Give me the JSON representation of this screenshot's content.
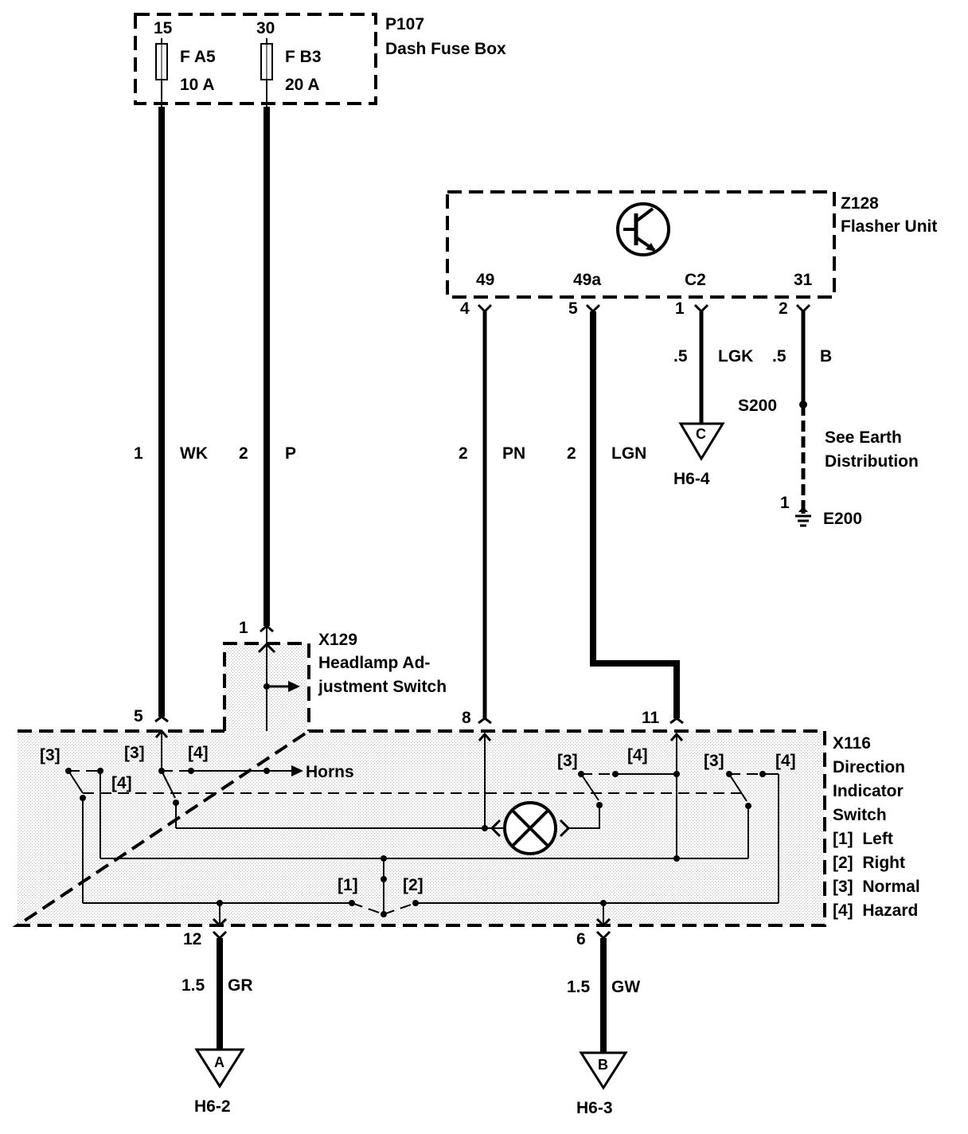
{
  "fuse_box": {
    "id": "P107",
    "name": "Dash Fuse Box",
    "fuse_a": {
      "pin": "15",
      "name": "F A5",
      "rating": "10 A"
    },
    "fuse_b": {
      "pin": "30",
      "name": "F B3",
      "rating": "20 A"
    }
  },
  "flasher": {
    "id": "Z128",
    "name": "Flasher Unit",
    "pins": [
      "49",
      "49a",
      "C2",
      "31"
    ],
    "connector_pins": [
      "4",
      "5",
      "1",
      "2"
    ]
  },
  "wires": {
    "wk": {
      "num": "1",
      "color": "WK"
    },
    "p": {
      "num": "2",
      "color": "P"
    },
    "pn": {
      "num": "2",
      "color": "PN"
    },
    "lgn": {
      "num": "2",
      "color": "LGN"
    },
    "lgk": {
      "size": ".5",
      "color": "LGK"
    },
    "b": {
      "size": ".5",
      "color": "B"
    },
    "gr": {
      "size": "1.5",
      "color": "GR"
    },
    "gw": {
      "size": "1.5",
      "color": "GW"
    }
  },
  "earth": {
    "splice": "S200",
    "note_line1": "See Earth",
    "note_line2": "Distribution",
    "pin": "1",
    "ground": "E200"
  },
  "headlamp_switch": {
    "id": "X129",
    "line1": "Headlamp Ad-",
    "line2": "justment Switch",
    "pin": "1"
  },
  "indicator_switch": {
    "id": "X116",
    "line1": "Direction",
    "line2": "Indicator",
    "line3": "Switch",
    "legend": [
      "[1]  Left",
      "[2]  Right",
      "[3]  Normal",
      "[4]  Hazard"
    ],
    "pins": {
      "p5": "5",
      "p8": "8",
      "p11": "11",
      "p12": "12",
      "p6": "6"
    },
    "labels": {
      "s3": "[3]",
      "s4": "[4]",
      "s1": "[1]",
      "s2": "[2]"
    }
  },
  "horns_label": "Horns",
  "connectors": {
    "c": {
      "letter": "C",
      "ref": "H6-4"
    },
    "a": {
      "letter": "A",
      "ref": "H6-2"
    },
    "b": {
      "letter": "B",
      "ref": "H6-3"
    }
  }
}
